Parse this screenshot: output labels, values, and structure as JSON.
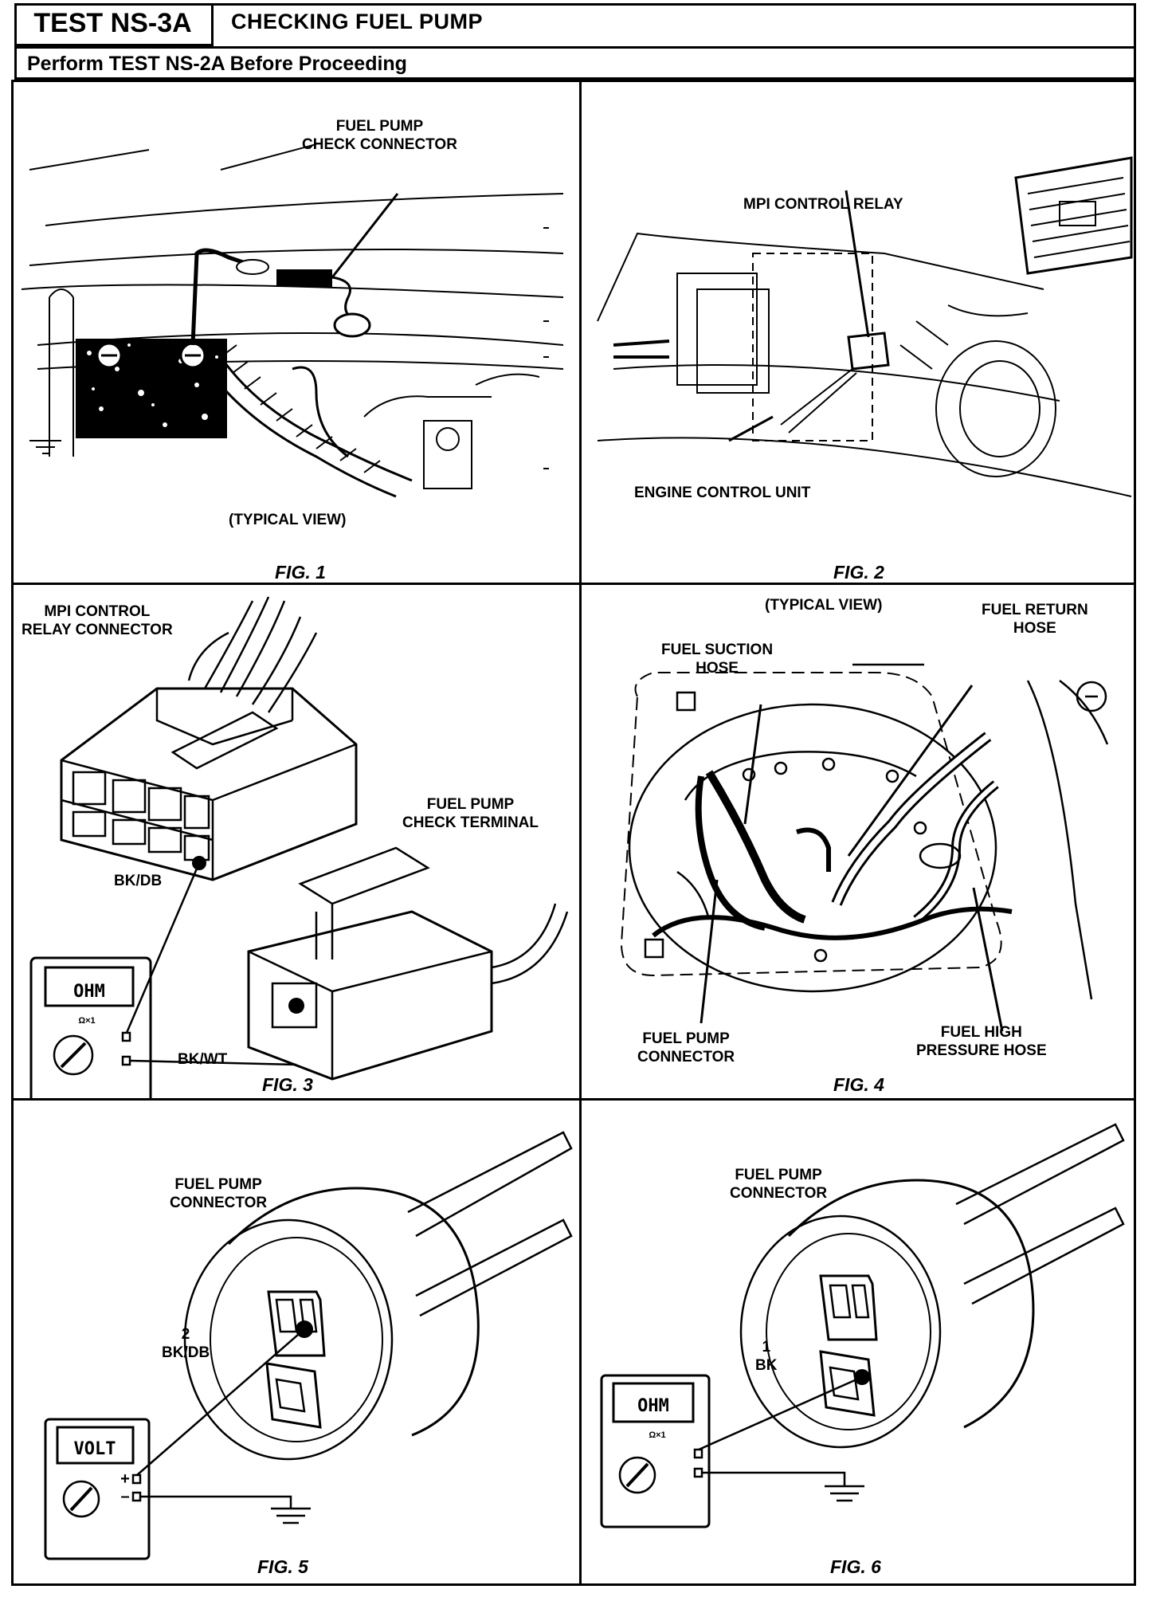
{
  "header": {
    "test_id": "TEST NS-3A",
    "title": "CHECKING FUEL PUMP",
    "prerequisite": "Perform TEST NS-2A Before Proceeding"
  },
  "figures": [
    {
      "label": "FIG. 1",
      "callouts": {
        "connector": "FUEL PUMP\nCHECK CONNECTOR",
        "view": "(TYPICAL VIEW)"
      }
    },
    {
      "label": "FIG. 2",
      "callouts": {
        "relay": "MPI CONTROL RELAY",
        "ecu": "ENGINE CONTROL UNIT"
      }
    },
    {
      "label": "FIG. 3",
      "callouts": {
        "relay_connector": "MPI CONTROL\nRELAY CONNECTOR",
        "check_terminal": "FUEL PUMP\nCHECK TERMINAL",
        "wire1": "BK/DB",
        "wire2": "BK/WT"
      },
      "meter": {
        "display": "OHM",
        "range": "Ω×1"
      }
    },
    {
      "label": "FIG. 4",
      "callouts": {
        "view": "(TYPICAL VIEW)",
        "return_hose": "FUEL RETURN\nHOSE",
        "suction_hose": "FUEL SUCTION\nHOSE",
        "pump_connector": "FUEL PUMP\nCONNECTOR",
        "high_pressure": "FUEL HIGH\nPRESSURE HOSE"
      }
    },
    {
      "label": "FIG. 5",
      "callouts": {
        "connector": "FUEL PUMP\nCONNECTOR",
        "terminal": "2\nBK/DB"
      },
      "meter": {
        "display": "VOLT",
        "plus": "+",
        "minus": "–"
      }
    },
    {
      "label": "FIG. 6",
      "callouts": {
        "connector": "FUEL PUMP\nCONNECTOR",
        "terminal": "1\nBK"
      },
      "meter": {
        "display": "OHM",
        "range": "Ω×1"
      }
    }
  ]
}
